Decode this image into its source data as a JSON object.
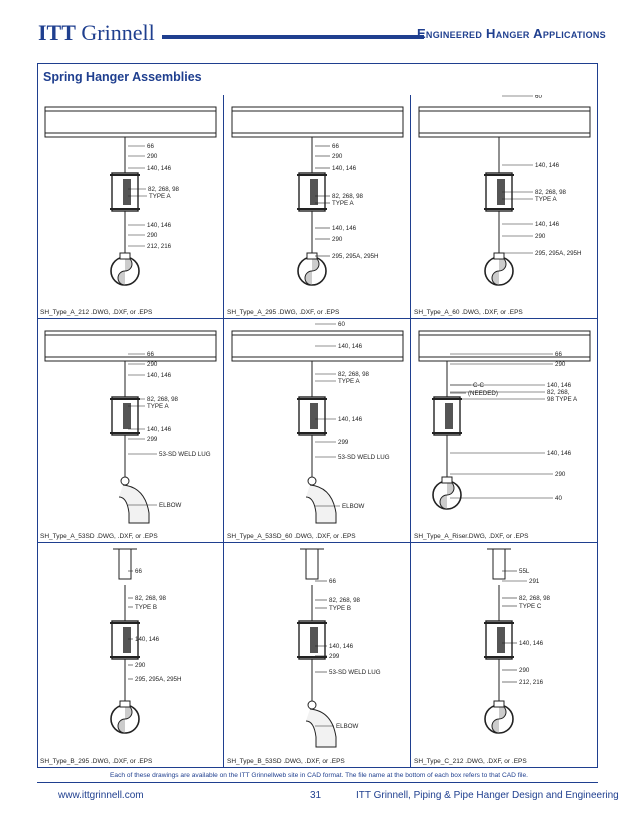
{
  "header": {
    "brand_bold": "ITT",
    "brand_rest": " Grinnell",
    "title": "Engineered Hanger Applications"
  },
  "section_title": "Spring Hanger Assemblies",
  "cells": [
    {
      "filename": "SH_Type_A_212 .DWG, .DXF, or .EPS",
      "labels": [
        "66",
        "290",
        "140, 146",
        "82, 268, 98",
        "TYPE A",
        "140, 146",
        "290",
        "212, 216"
      ]
    },
    {
      "filename": "SH_Type_A_295 .DWG, .DXF, or .EPS",
      "labels": [
        "66",
        "290",
        "140, 146",
        "82, 268, 98",
        "TYPE A",
        "140, 146",
        "290",
        "295, 295A, 295H"
      ]
    },
    {
      "filename": "SH_Type_A_60 .DWG, .DXF, or .EPS",
      "labels": [
        "60",
        "140, 146",
        "82, 268, 98",
        "TYPE A",
        "140, 146",
        "290",
        "295, 295A, 295H"
      ]
    },
    {
      "filename": "SH_Type_A_53SD .DWG, .DXF, or .EPS",
      "labels": [
        "66",
        "290",
        "140, 146",
        "82, 268, 98",
        "TYPE A",
        "140, 146",
        "299",
        "53-SD WELD LUG",
        "ELBOW"
      ]
    },
    {
      "filename": "SH_Type_A_53SD_60 .DWG, .DXF, or .EPS",
      "labels": [
        "60",
        "140, 146",
        "82, 268, 98",
        "TYPE A",
        "140, 146",
        "299",
        "53-SD WELD LUG",
        "ELBOW"
      ]
    },
    {
      "filename": "SH_Type_A_Riser.DWG, .DXF, or .EPS",
      "labels": [
        "66",
        "290",
        "140, 146",
        "82, 268,",
        "98 TYPE A",
        "C-C",
        "(NEEDED)",
        "140, 146",
        "290",
        "40"
      ]
    },
    {
      "filename": "SH_Type_B_295 .DWG, .DXF, or .EPS",
      "labels": [
        "66",
        "82, 268, 98",
        "TYPE B",
        "140, 146",
        "290",
        "295, 295A, 295H"
      ]
    },
    {
      "filename": "SH_Type_B_53SD .DWG, .DXF, or .EPS",
      "labels": [
        "66",
        "82, 268, 98",
        "TYPE B",
        "140, 146",
        "299",
        "53-SD WELD LUG",
        "ELBOW"
      ]
    },
    {
      "filename": "SH_Type_C_212 .DWG, .DXF, or .EPS",
      "labels": [
        "55L",
        "291",
        "82, 268, 98",
        "TYPE C",
        "140, 146",
        "290",
        "212, 216"
      ]
    }
  ],
  "footnote": "Each of these drawings are available on the ITT Grinnellweb site in CAD format. The file name at the bottom of each box refers to that CAD file.",
  "footer": {
    "url": "www.ittgrinnell.com",
    "page": "31",
    "right": "ITT Grinnell, Piping & Pipe Hanger Design and Engineering"
  }
}
